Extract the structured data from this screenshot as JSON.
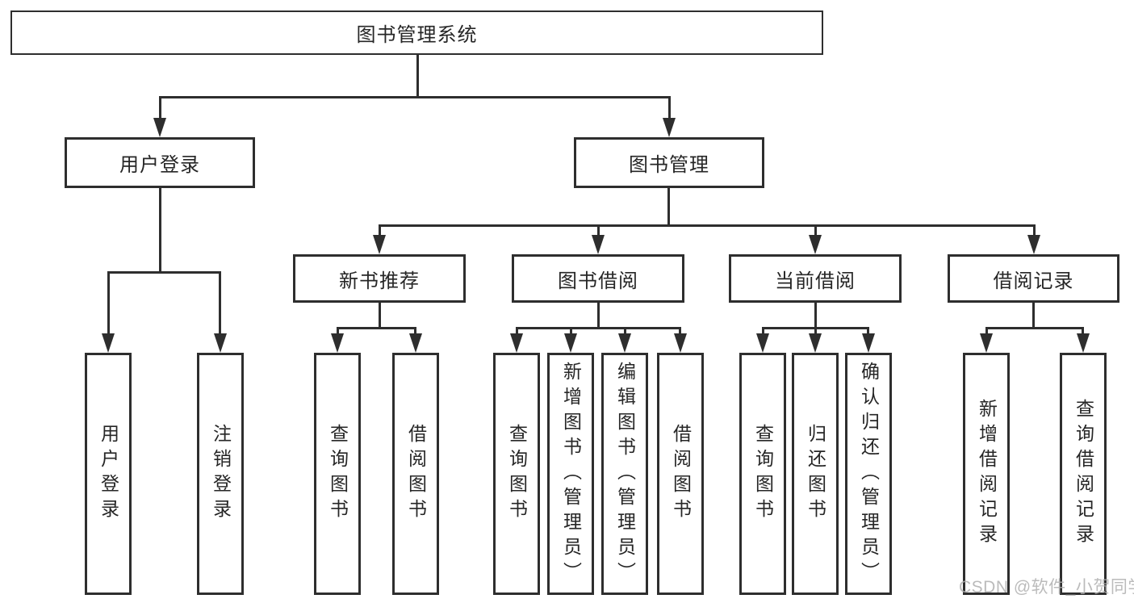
{
  "tree": {
    "label": "图书管理系统",
    "children": [
      {
        "label": "用户登录",
        "children": [
          {
            "label": "用户登录"
          },
          {
            "label": "注销登录"
          }
        ]
      },
      {
        "label": "图书管理",
        "children": [
          {
            "label": "新书推荐",
            "children": [
              {
                "label": "查询图书"
              },
              {
                "label": "借阅图书"
              }
            ]
          },
          {
            "label": "图书借阅",
            "children": [
              {
                "label": "查询图书"
              },
              {
                "label": "新增图书（管理员）"
              },
              {
                "label": "编辑图书（管理员）"
              },
              {
                "label": "借阅图书"
              }
            ]
          },
          {
            "label": "当前借阅",
            "children": [
              {
                "label": "查询图书"
              },
              {
                "label": "归还图书"
              },
              {
                "label": "确认归还（管理员）"
              }
            ]
          },
          {
            "label": "借阅记录",
            "children": [
              {
                "label": "新增借阅记录"
              },
              {
                "label": "查询借阅记录"
              }
            ]
          }
        ]
      }
    ]
  },
  "watermark": {
    "text": "CSDN @软件_小贺同学"
  },
  "colors": {
    "line": "#2e2e2e",
    "border": "#2e2e2e",
    "text": "#262626",
    "background": "#ffffff",
    "watermark": "#b0b0b0"
  }
}
